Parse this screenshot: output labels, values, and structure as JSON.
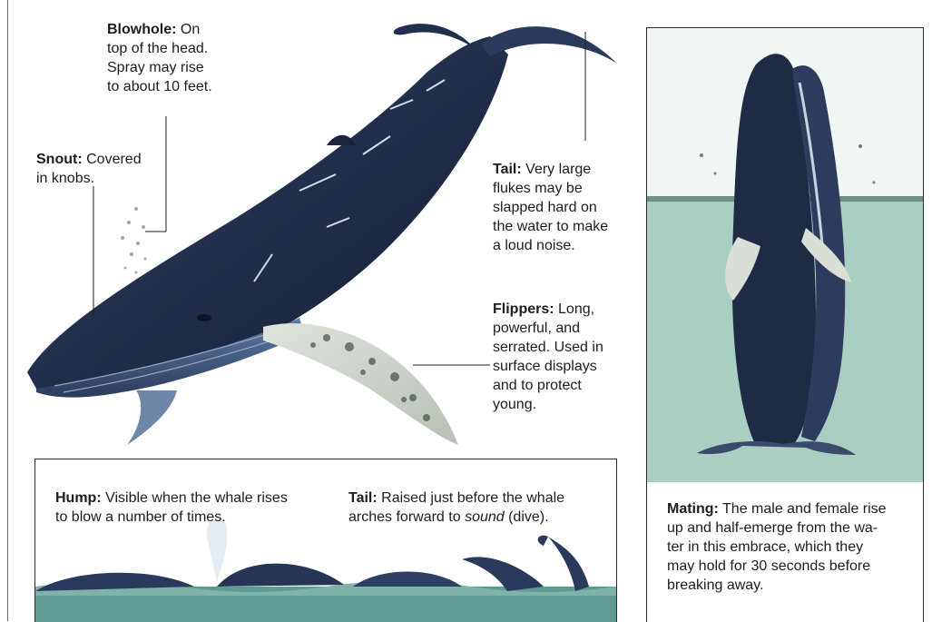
{
  "annotations": {
    "blowhole": {
      "title": "Blowhole:",
      "text": [
        "On",
        "top of the head.",
        "Spray may rise",
        "to about 10 feet."
      ]
    },
    "snout": {
      "title": "Snout:",
      "text": [
        "Covered",
        "in knobs."
      ]
    },
    "tail": {
      "title": "Tail:",
      "text": [
        "Very large",
        "flukes may be",
        "slapped hard on",
        "the water to make",
        "a loud noise."
      ]
    },
    "flippers": {
      "title": "Flippers:",
      "text": [
        "Long,",
        "powerful, and",
        "serrated. Used in",
        "surface displays",
        "and to protect",
        "young."
      ]
    }
  },
  "bottom_panel": {
    "hump": {
      "title": "Hump:",
      "text": [
        "Visible when the whale rises",
        "to blow a number of times."
      ]
    },
    "tail": {
      "title": "Tail:",
      "text_1": "Raised just before the whale",
      "text_2_before": "arches forward to ",
      "text_2_italic": "sound",
      "text_2_after": " (dive)."
    }
  },
  "mating_panel": {
    "title": "Mating:",
    "text": [
      "The male and female rise",
      "up and half-emerge from the wa-",
      "ter in this embrace, which they",
      "may hold for 30 seconds before",
      "breaking away."
    ]
  },
  "colors": {
    "whale_dark": "#1f2a44",
    "whale_mid": "#34466b",
    "water": "#a8cfc2",
    "sky": "#f2f6f4"
  }
}
